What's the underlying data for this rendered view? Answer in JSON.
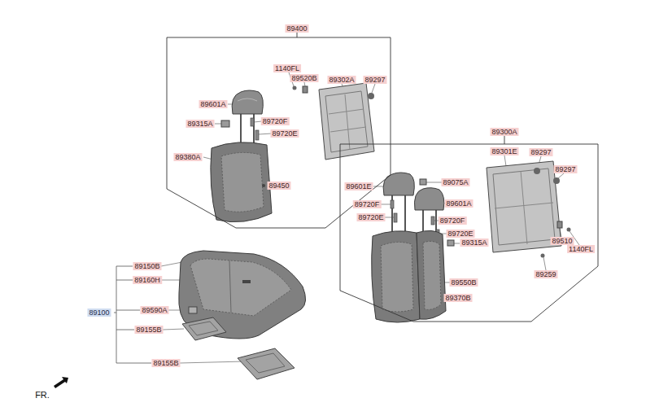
{
  "diagram": {
    "nodes": [
      {
        "text": [
          "89400"
        ]
      },
      {
        "text": [
          "89300A"
        ]
      }
    ],
    "labels": [
      "1140FL",
      "89520B",
      "89302A",
      "89297",
      "89601A",
      "89315A",
      "89720F",
      "89720E",
      "89380A",
      "89450",
      "89301E",
      "89297",
      "89075A",
      "89601E",
      "89297",
      "89601A",
      "89720F",
      "89720E",
      "89720F",
      "89720E",
      "89315A",
      "89510",
      "1140FL",
      "89259",
      "89550B",
      "89370B",
      "89150B",
      "89160H",
      "89100",
      "89590A",
      "89155B",
      "89155B",
      "FR."
    ]
  }
}
